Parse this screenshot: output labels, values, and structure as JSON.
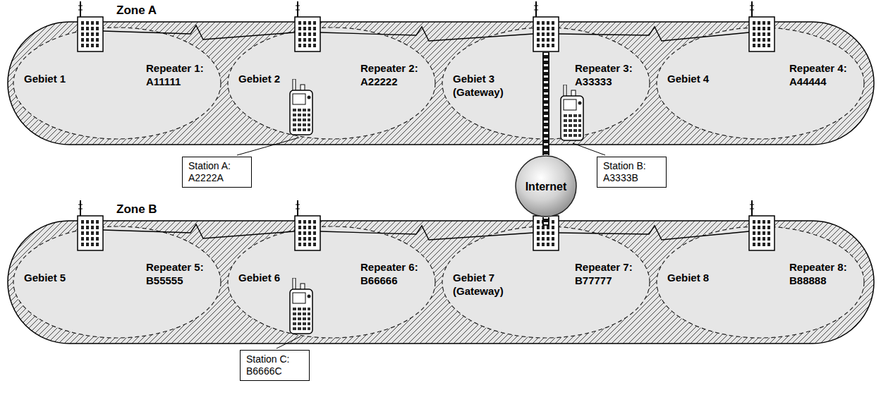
{
  "diagram": {
    "nodes": [
      {
        "text": [
          "Zone A"
        ]
      },
      {
        "text": [
          "Gebiet 1",
          "Repeater 1: A11111"
        ],
        "in": 0
      },
      {
        "text": [
          "Gebiet 2",
          "Repeater 2: A22222"
        ],
        "in": 0
      },
      {
        "text": [
          "Gebiet 3 (Gateway)",
          "Repeater 3: A33333"
        ],
        "in": 0
      },
      {
        "text": [
          "Gebiet 4",
          "Repeater 4: A44444"
        ],
        "in": 0
      },
      {
        "text": [
          "Station A: A2222A"
        ]
      },
      {
        "text": [
          "Station B: A3333B"
        ]
      },
      {
        "text": [
          "Internet"
        ]
      },
      {
        "text": [
          "Zone B"
        ]
      },
      {
        "text": [
          "Gebiet 5",
          "Repeater 5: B55555"
        ],
        "in": 8
      },
      {
        "text": [
          "Gebiet 6",
          "Repeater 6: B66666"
        ],
        "in": 8
      },
      {
        "text": [
          "Gebiet 7 (Gateway)",
          "Repeater 7: B77777"
        ],
        "in": 8
      },
      {
        "text": [
          "Gebiet 8",
          "Repeater 8: B88888"
        ],
        "in": 8
      },
      {
        "text": [
          "Station C: B6666C"
        ]
      }
    ],
    "edges": [
      {
        "from": 3,
        "to": 7,
        "arrow": "none"
      },
      {
        "from": 7,
        "to": 11,
        "arrow": "none"
      }
    ]
  }
}
